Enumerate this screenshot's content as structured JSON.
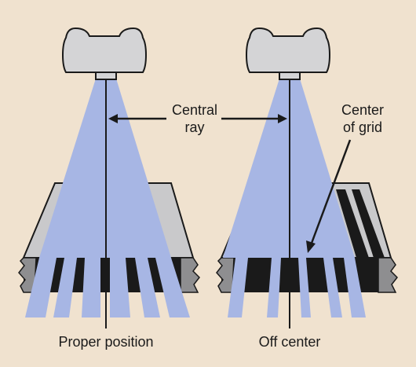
{
  "labels": {
    "central_ray_line1": "Central",
    "central_ray_line2": "ray",
    "center_of_grid_line1": "Center",
    "center_of_grid_line2": "of grid",
    "left_caption": "Proper position",
    "right_caption": "Off center"
  },
  "colors": {
    "background": "#f0e2cf",
    "tube": "#d4d4d6",
    "beam": "#a7b6e4",
    "grid_top": "#c9c9cb",
    "grid_dark": "#1a1a1a",
    "grid_side": "#8e8e90"
  }
}
